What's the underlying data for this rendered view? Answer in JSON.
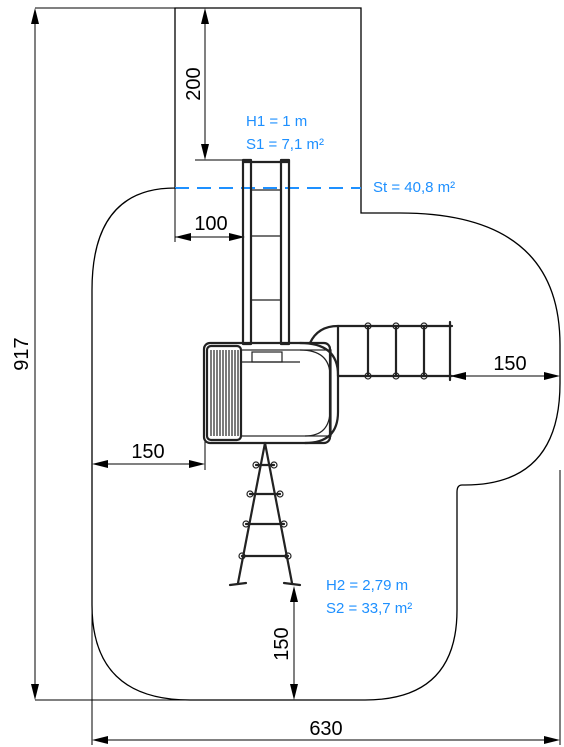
{
  "dimensions": {
    "total_height": "917",
    "total_width": "630",
    "top_clearance": "200",
    "upper_side": "100",
    "left_clearance": "150",
    "right_clearance": "150",
    "bottom_clearance": "150"
  },
  "zone1": {
    "height": "H1 = 1 m",
    "area": "S1 = 7,1 m²"
  },
  "zone2": {
    "height": "H2 = 2,79 m",
    "area": "S2 = 33,7 m²"
  },
  "total_area": "St = 40,8 m²",
  "colors": {
    "annotation": "#1e90ff",
    "line": "#000000",
    "equipment": "#222222"
  }
}
